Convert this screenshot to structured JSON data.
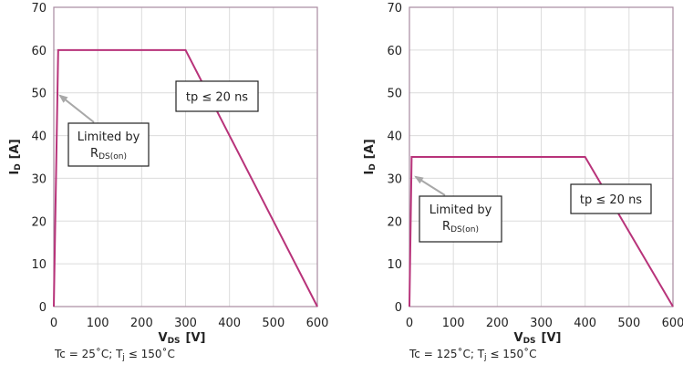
{
  "chart_data": [
    {
      "type": "line",
      "id": "left",
      "footnote": "Tc = 25˚C; Tj ≤ 150˚C",
      "xlabel_main": "V",
      "xlabel_sub": "DS",
      "xlabel_unit": "[V]",
      "ylabel_main": "I",
      "ylabel_sub": "D",
      "ylabel_unit": "[A]",
      "xlim": [
        0,
        600
      ],
      "ylim": [
        0,
        70
      ],
      "xticks": [
        0,
        100,
        200,
        300,
        400,
        500,
        600
      ],
      "yticks": [
        0,
        10,
        20,
        30,
        40,
        50,
        60,
        70
      ],
      "grid": true,
      "series": [
        {
          "x": [
            0,
            10,
            300,
            600
          ],
          "y": [
            0,
            60,
            60,
            0
          ],
          "color": "#b8337a"
        }
      ],
      "annotations": {
        "limited_line1": "Limited by",
        "limited_rds": "R",
        "limited_rds_sub": "DS(on)",
        "pulse": "tp ≤ 20 ns",
        "arrow_target": [
          10,
          50
        ]
      }
    },
    {
      "type": "line",
      "id": "right",
      "footnote": "Tc = 125˚C; Tj ≤ 150˚C",
      "xlabel_main": "V",
      "xlabel_sub": "DS",
      "xlabel_unit": "[V]",
      "ylabel_main": "I",
      "ylabel_sub": "D",
      "ylabel_unit": "[A]",
      "xlim": [
        0,
        600
      ],
      "ylim": [
        0,
        70
      ],
      "xticks": [
        0,
        100,
        200,
        300,
        400,
        500,
        600
      ],
      "yticks": [
        0,
        10,
        20,
        30,
        40,
        50,
        60,
        70
      ],
      "grid": true,
      "series": [
        {
          "x": [
            0,
            5,
            400,
            600
          ],
          "y": [
            0,
            35,
            35,
            0
          ],
          "color": "#b8337a"
        }
      ],
      "annotations": {
        "limited_line1": "Limited by",
        "limited_rds": "R",
        "limited_rds_sub": "DS(on)",
        "pulse": "tp ≤ 20 ns",
        "arrow_target": [
          10,
          31
        ]
      }
    }
  ]
}
